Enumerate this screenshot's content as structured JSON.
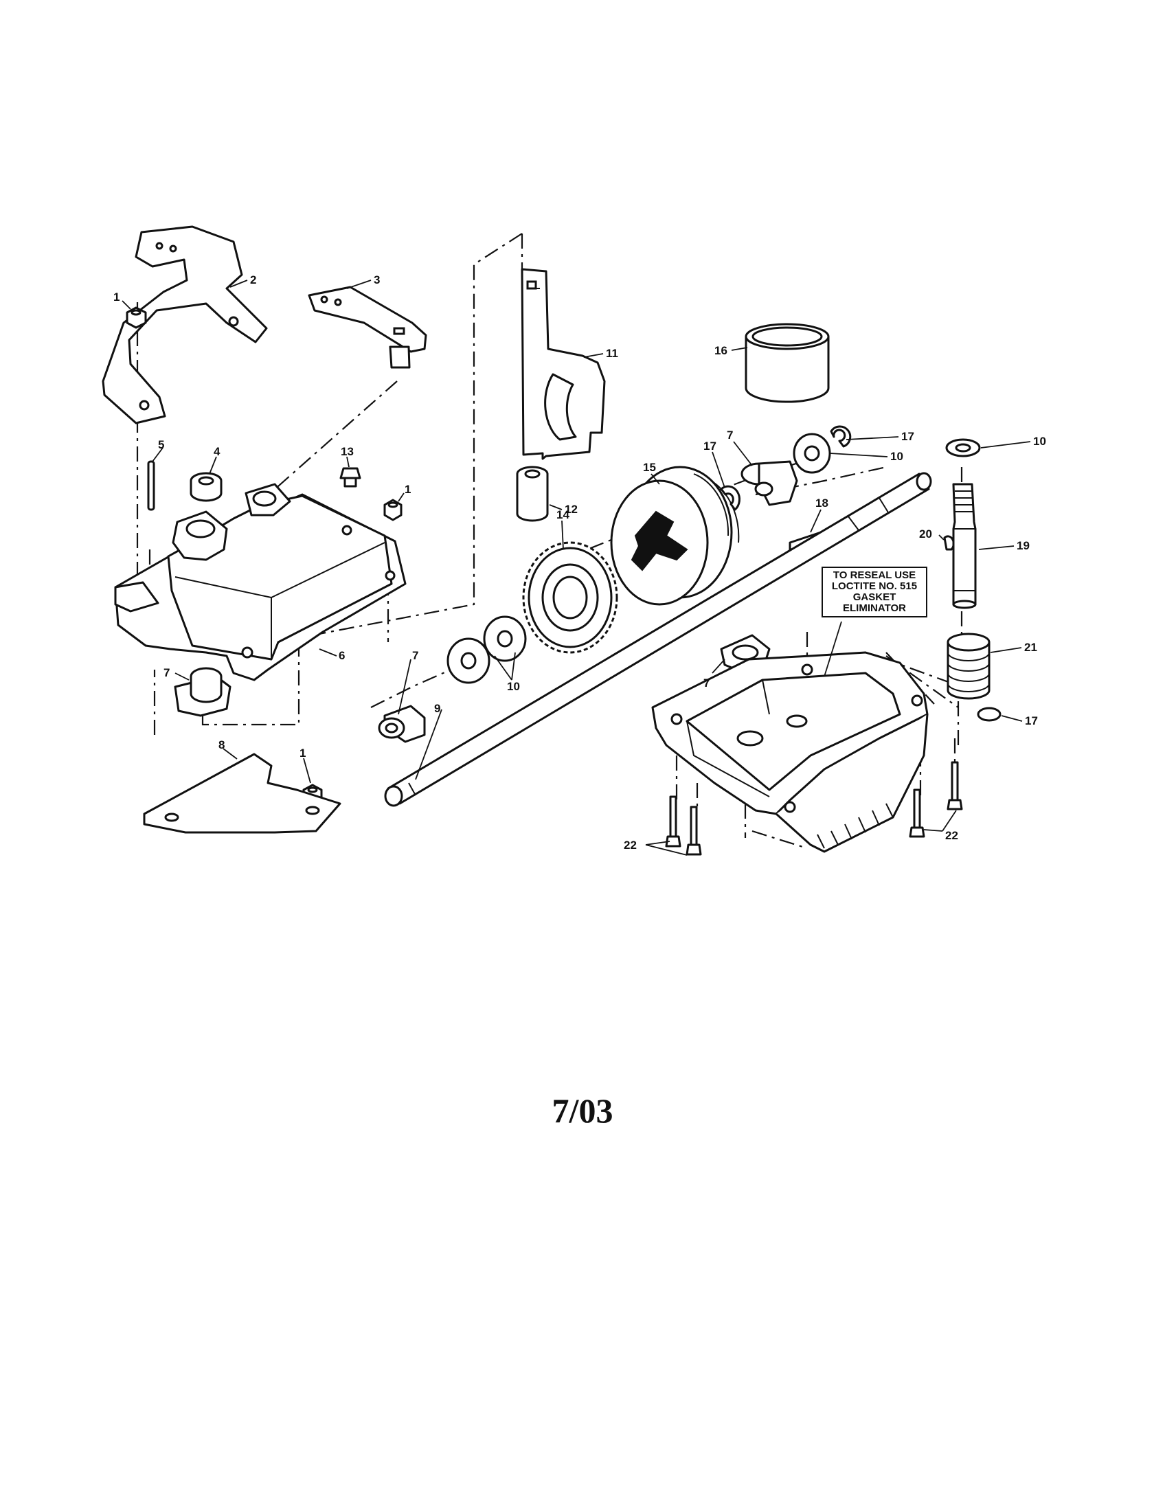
{
  "callouts": {
    "c1a": "1",
    "c2": "2",
    "c3": "3",
    "c4": "4",
    "c5": "5",
    "c13": "13",
    "c1b": "1",
    "c6": "6",
    "c7a": "7",
    "c8": "8",
    "c1c": "1",
    "c11": "11",
    "c12": "12",
    "c14": "14",
    "c7b": "7",
    "c10a": "10",
    "c9": "9",
    "c15": "15",
    "c16": "16",
    "c17a": "17",
    "c7c": "7",
    "c17b": "17",
    "c10b": "10",
    "c18": "18",
    "c10c": "10",
    "c20": "20",
    "c19": "19",
    "c21": "21",
    "c17c": "17",
    "c7d": "7",
    "c22a": "22",
    "c22b": "22"
  },
  "note": {
    "line1": "TO RESEAL USE",
    "line2": "LOCTITE NO. 515",
    "line3": "GASKET",
    "line4": "ELIMINATOR"
  },
  "date_code": "7/03"
}
